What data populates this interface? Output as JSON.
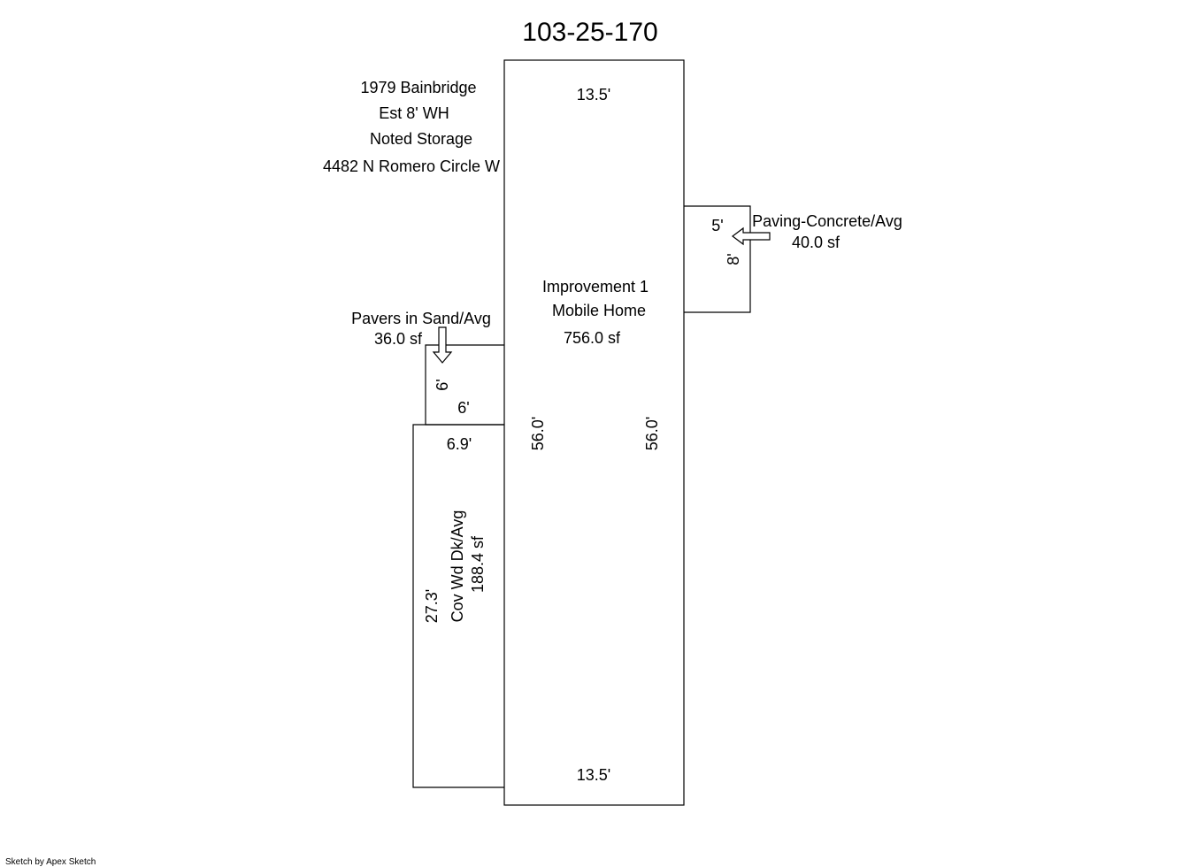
{
  "sketch": {
    "parcel_id": "103-25-170",
    "notes": {
      "line1": "1979 Bainbridge",
      "line2": "Est 8' WH",
      "line3": "Noted Storage",
      "line4": "4482 N Romero Circle W"
    },
    "main_structure": {
      "name": "Improvement 1",
      "type": "Mobile Home",
      "area": "756.0 sf",
      "top_dim": "13.5'",
      "bottom_dim": "13.5'",
      "left_dim": "56.0'",
      "right_dim": "56.0'"
    },
    "paving": {
      "label": "Paving-Concrete/Avg",
      "area": "40.0 sf",
      "top_dim": "5'",
      "side_dim": "8'"
    },
    "pavers": {
      "label": "Pavers in Sand/Avg",
      "area": "36.0 sf",
      "side_dim": "6'",
      "bottom_dim": "6'"
    },
    "deck": {
      "label": "Cov Wd Dk/Avg",
      "area": "188.4 sf",
      "top_dim": "6.9'",
      "side_dim": "27.3'"
    },
    "footer": "Sketch by Apex Sketch"
  }
}
